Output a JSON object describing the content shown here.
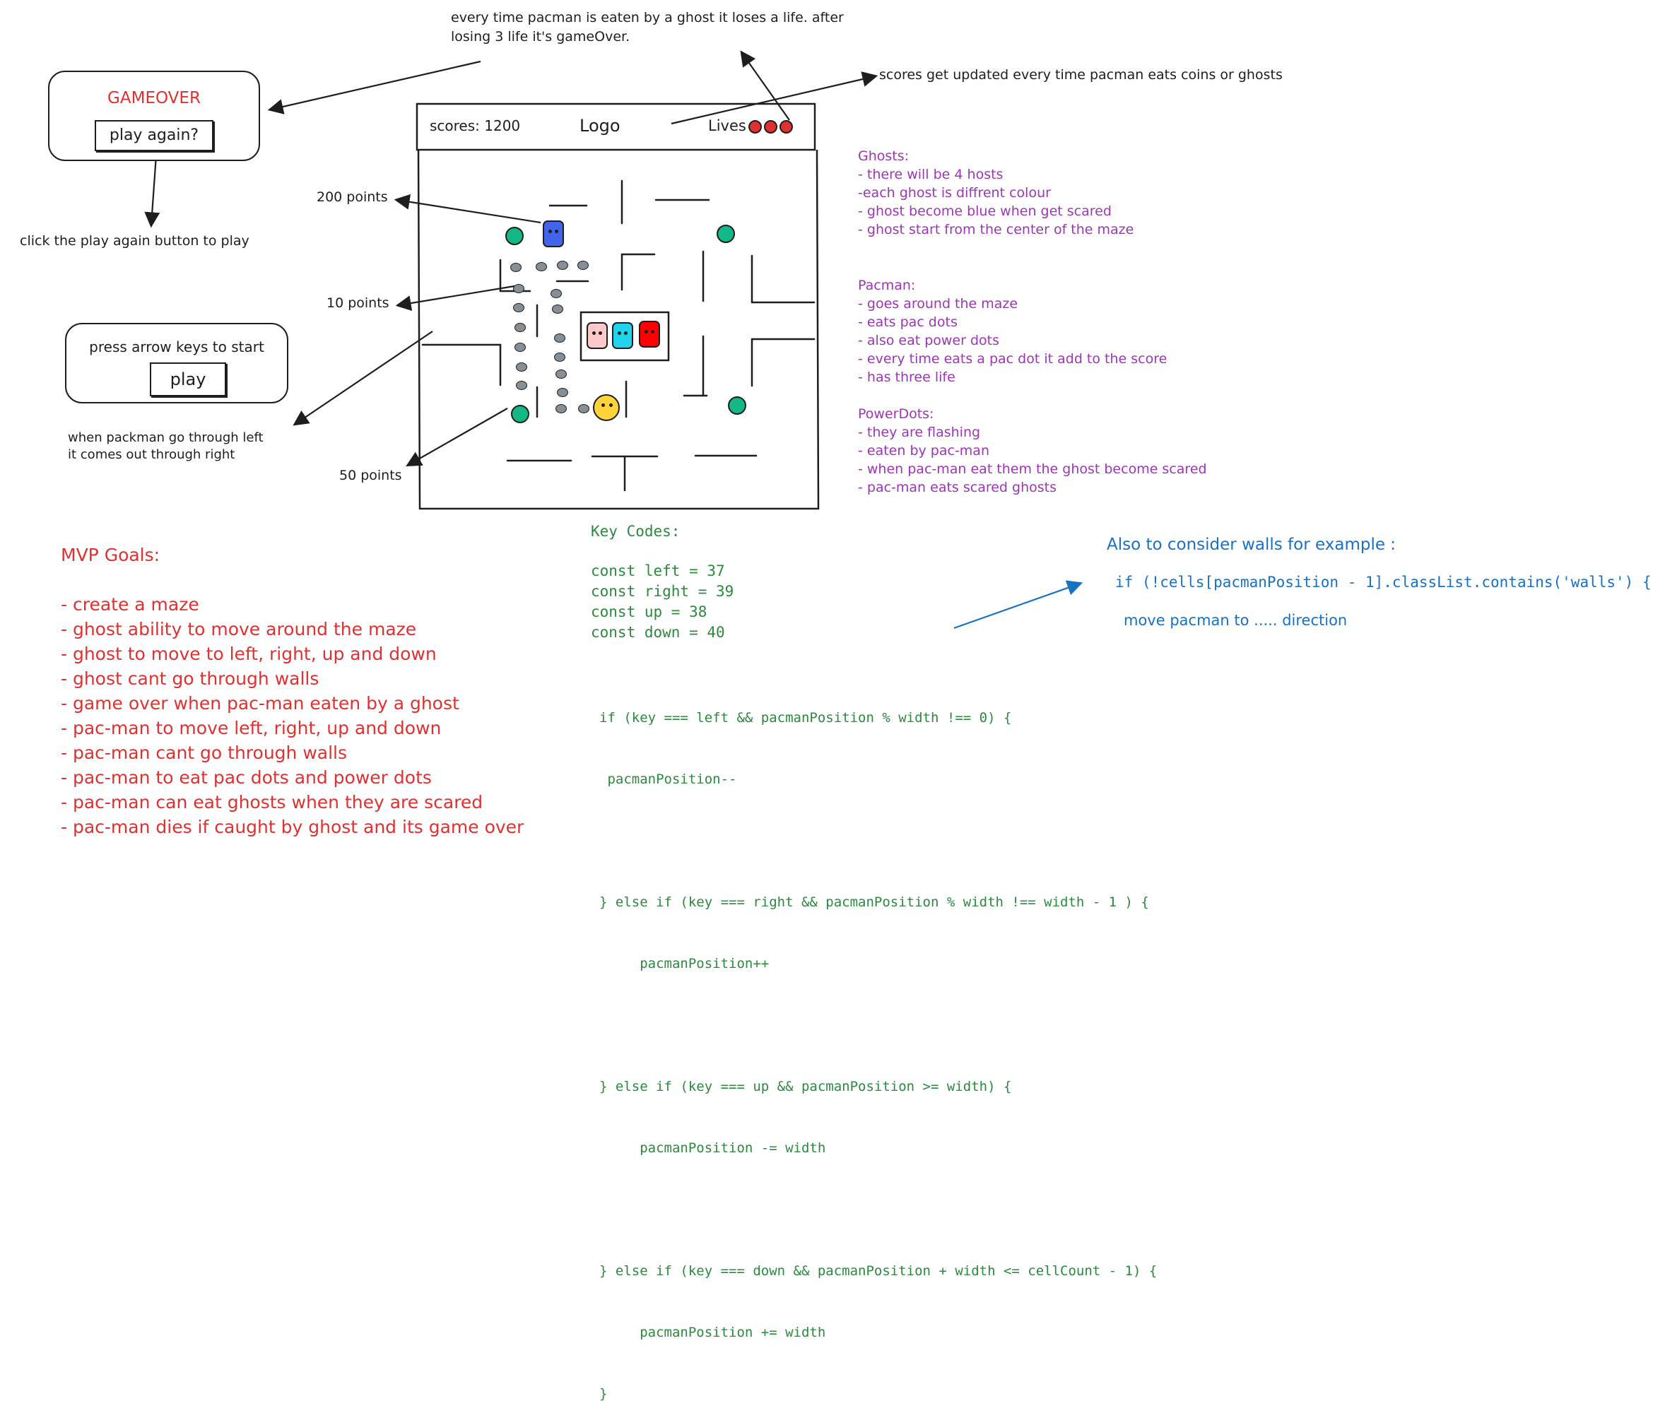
{
  "top_note": {
    "line1": "every time pacman is eaten by a ghost it loses a life. after",
    "line2": "losing 3 life it's gameOver."
  },
  "scores_note": "scores get updated every time pacman eats coins or ghosts",
  "gameover_card": {
    "title": "GAMEOVER",
    "button": "play again?"
  },
  "play_again_note": "click the play again button to play",
  "start_card": {
    "text": "press arrow keys to start",
    "button": "play"
  },
  "tunnel_note": {
    "line1": "when packman go through left",
    "line2": "it comes out through right"
  },
  "points": {
    "ghost": "200 points",
    "dot": "10 points",
    "power": "50 points"
  },
  "game_header": {
    "scores": "scores: 1200",
    "logo": "Logo",
    "lives_label": "Lives"
  },
  "specs": {
    "ghosts_title": "Ghosts:",
    "ghosts": [
      "- there will be 4 hosts",
      "-each ghost is diffrent colour",
      "- ghost become blue when get scared",
      "- ghost start from the center of the maze"
    ],
    "pacman_title": "Pacman:",
    "pacman": [
      "- goes around the maze",
      "- eats pac dots",
      "- also eat power dots",
      "- every time eats a pac dot it add to the score",
      "- has three life"
    ],
    "powerdots_title": "PowerDots:",
    "powerdots": [
      "- they are flashing",
      "- eaten by pac-man",
      "- when pac-man eat them the ghost become scared",
      "- pac-man eats scared ghosts"
    ]
  },
  "mvp": {
    "title": "MVP Goals:",
    "items": [
      "- create a maze",
      "- ghost ability to move around the maze",
      "- ghost to move to left, right, up and down",
      "- ghost cant go through walls",
      "- game over when pac-man eaten by a ghost",
      "- pac-man to move left, right, up and down",
      "- pac-man cant go through walls",
      "- pac-man to eat pac dots and power dots",
      "- pac-man can eat ghosts when they are scared",
      "- pac-man dies if caught by ghost and its game over"
    ]
  },
  "key_codes": {
    "title": "Key Codes:",
    "lines": [
      "const left = 37",
      "const right = 39",
      "const up = 38",
      "const down = 40"
    ]
  },
  "code": {
    "lines": [
      "if (key === left && pacmanPosition % width !== 0) {",
      " pacmanPosition--",
      "",
      "} else if (key === right && pacmanPosition % width !== width - 1 ) {",
      "     pacmanPosition++",
      "",
      "} else if (key === up && pacmanPosition >= width) {",
      "     pacmanPosition -= width",
      "",
      "} else if (key === down && pacmanPosition + width <= cellCount - 1) {",
      "     pacmanPosition += width",
      "}"
    ]
  },
  "walls_note": {
    "title": "Also to consider walls for example :",
    "code": "if (!cells[pacmanPosition - 1].classList.contains('walls') {",
    "action": "move pacman to ..... direction"
  },
  "colors": {
    "purple": "#9c36b5",
    "red": "#e03131",
    "green": "#2b8a3e",
    "blue": "#1971c2",
    "ghost_blue": "#4263eb",
    "ghost_pink": "#ffc9c9",
    "ghost_cyan": "#22d3ee",
    "ghost_red": "#ff0000",
    "power_dot": "#12b886",
    "pacman": "#ffd43b",
    "pac_dot": "#868e96"
  }
}
